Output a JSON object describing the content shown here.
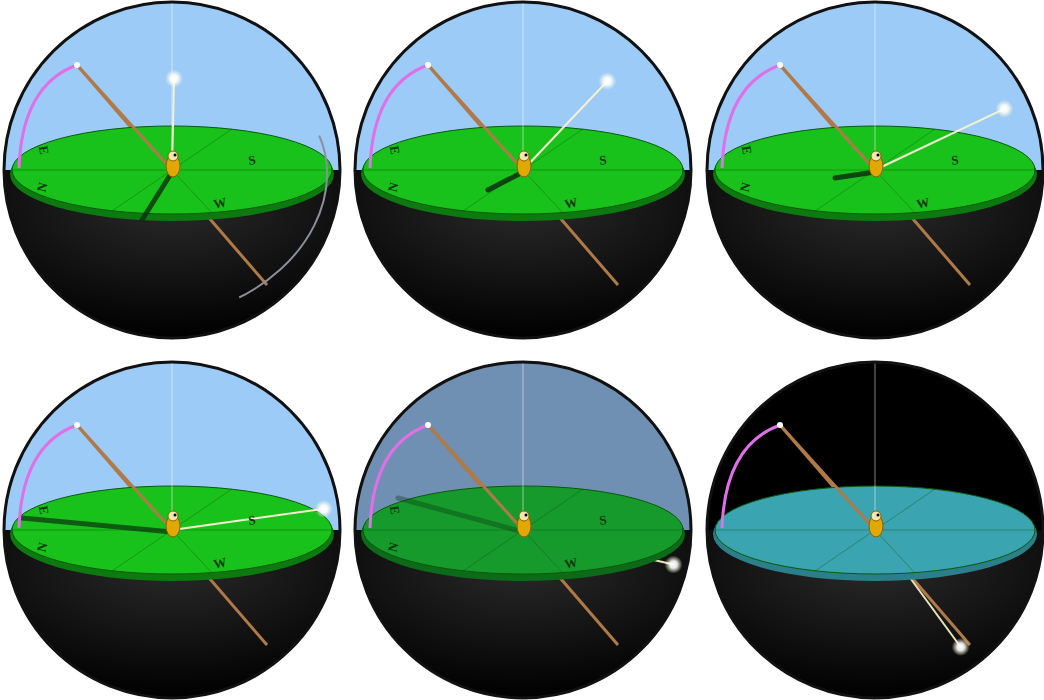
{
  "diagram": {
    "labels": [
      "E",
      "S",
      "N",
      "W",
      "E",
      "S",
      "N",
      "W",
      "E",
      "S",
      "N",
      "W",
      "E",
      "S",
      "N",
      "W",
      "E",
      "S",
      "N",
      "W"
    ]
  }
}
